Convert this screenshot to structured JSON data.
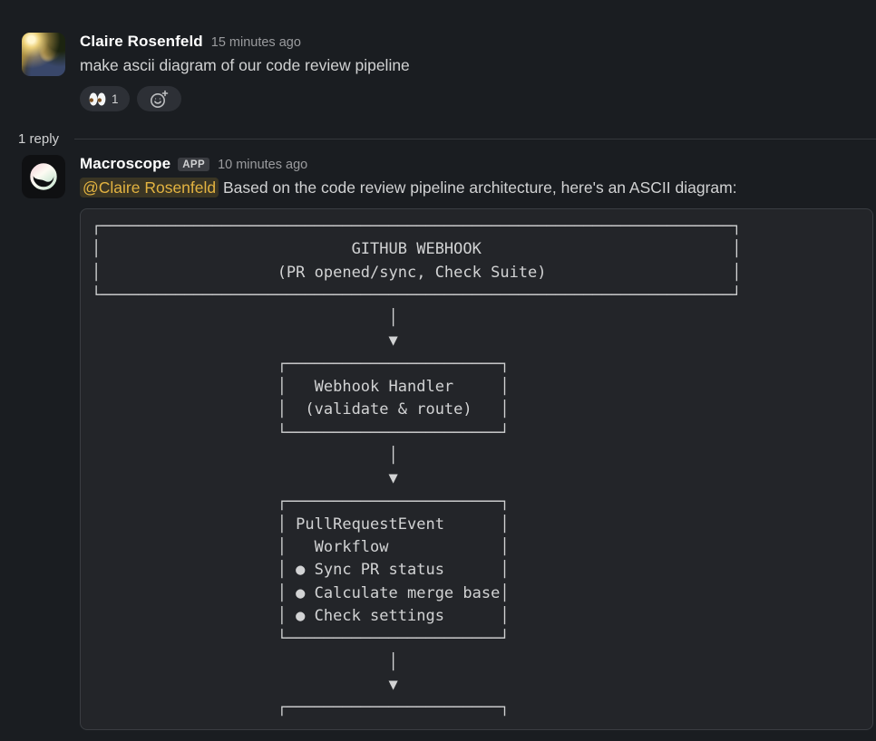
{
  "parent": {
    "author": "Claire Rosenfeld",
    "timestamp": "15 minutes ago",
    "text": "make ascii diagram of our code review pipeline",
    "reactions": [
      {
        "emoji": "eyes",
        "count": "1"
      }
    ]
  },
  "reply_bar": {
    "label": "1 reply"
  },
  "reply": {
    "author": "Macroscope",
    "badge": "APP",
    "timestamp": "10 minutes ago",
    "mention": "@Claire Rosenfeld",
    "text": " Based on the code review pipeline architecture, here's an ASCII diagram:",
    "ascii_lines": [
      "┌────────────────────────────────────────────────────────────────────┐",
      "│                           GITHUB WEBHOOK                           │",
      "│                   (PR opened/sync, Check Suite)                    │",
      "└────────────────────────────────────────────────────────────────────┘",
      "                                │",
      "                                ▼",
      "                    ┌───────────────────────┐",
      "                    │   Webhook Handler     │",
      "                    │  (validate & route)   │",
      "                    └───────────────────────┘",
      "                                │",
      "                                ▼",
      "                    ┌───────────────────────┐",
      "                    │ PullRequestEvent      │",
      "                    │   Workflow            │",
      "                    │ ● Sync PR status      │",
      "                    │ ● Calculate merge base│",
      "                    │ ● Check settings      │",
      "                    └───────────────────────┘",
      "                                │",
      "                                ▼",
      "                    ┌───────────────────────┐"
    ]
  },
  "colors": {
    "page_bg": "#1a1d21",
    "code_bg": "#232529",
    "code_border": "#3a3d42",
    "mention_text": "#e3b341",
    "text_primary": "#d1d2d3",
    "text_muted": "#9a9b9e",
    "pill_bg": "#2d3036",
    "divider": "#34373b"
  }
}
